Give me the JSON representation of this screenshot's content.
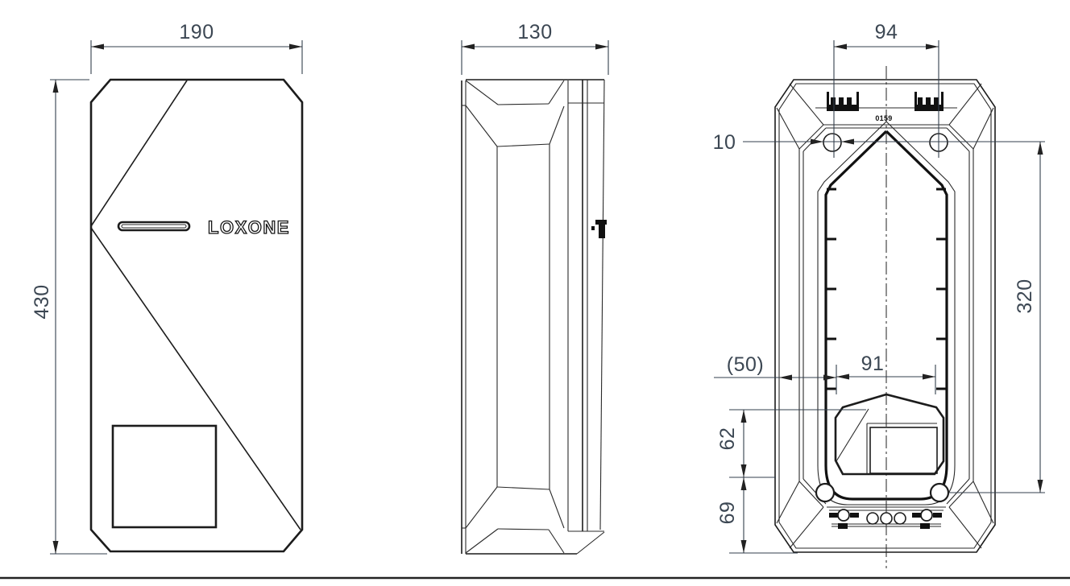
{
  "document": {
    "kind": "technical dimension drawing",
    "product_logo": "LOXONE",
    "marking": "0159",
    "colors": {
      "background": "#ffffff",
      "line": "#1c1c1c",
      "dimension_text": "#3c4753"
    }
  },
  "views": {
    "front": {
      "name": "front view",
      "dimensions": {
        "width_mm": "190",
        "height_mm": "430"
      },
      "features": [
        "led-slot",
        "loxone-logo",
        "display-window",
        "diagonal-facet-lines"
      ]
    },
    "side": {
      "name": "side view",
      "dimensions": {
        "depth_mm": "130"
      },
      "features": [
        "v-groove-profile",
        "mounting-clip"
      ]
    },
    "rear": {
      "name": "rear / mounting view",
      "dimensions": {
        "top_clip_spacing_mm": "94",
        "mounting_hole_diameter_mm": "10",
        "hole_vertical_spacing_mm": "320",
        "reference_offset_mm": "(50)",
        "pocket_width_mm": "91",
        "pocket_height_mm": "62",
        "bottom_offset_mm": "69"
      },
      "marking": "0159",
      "features": [
        "mounting-clips",
        "mounting-holes",
        "cable-pocket",
        "knockouts",
        "centerline"
      ]
    }
  }
}
